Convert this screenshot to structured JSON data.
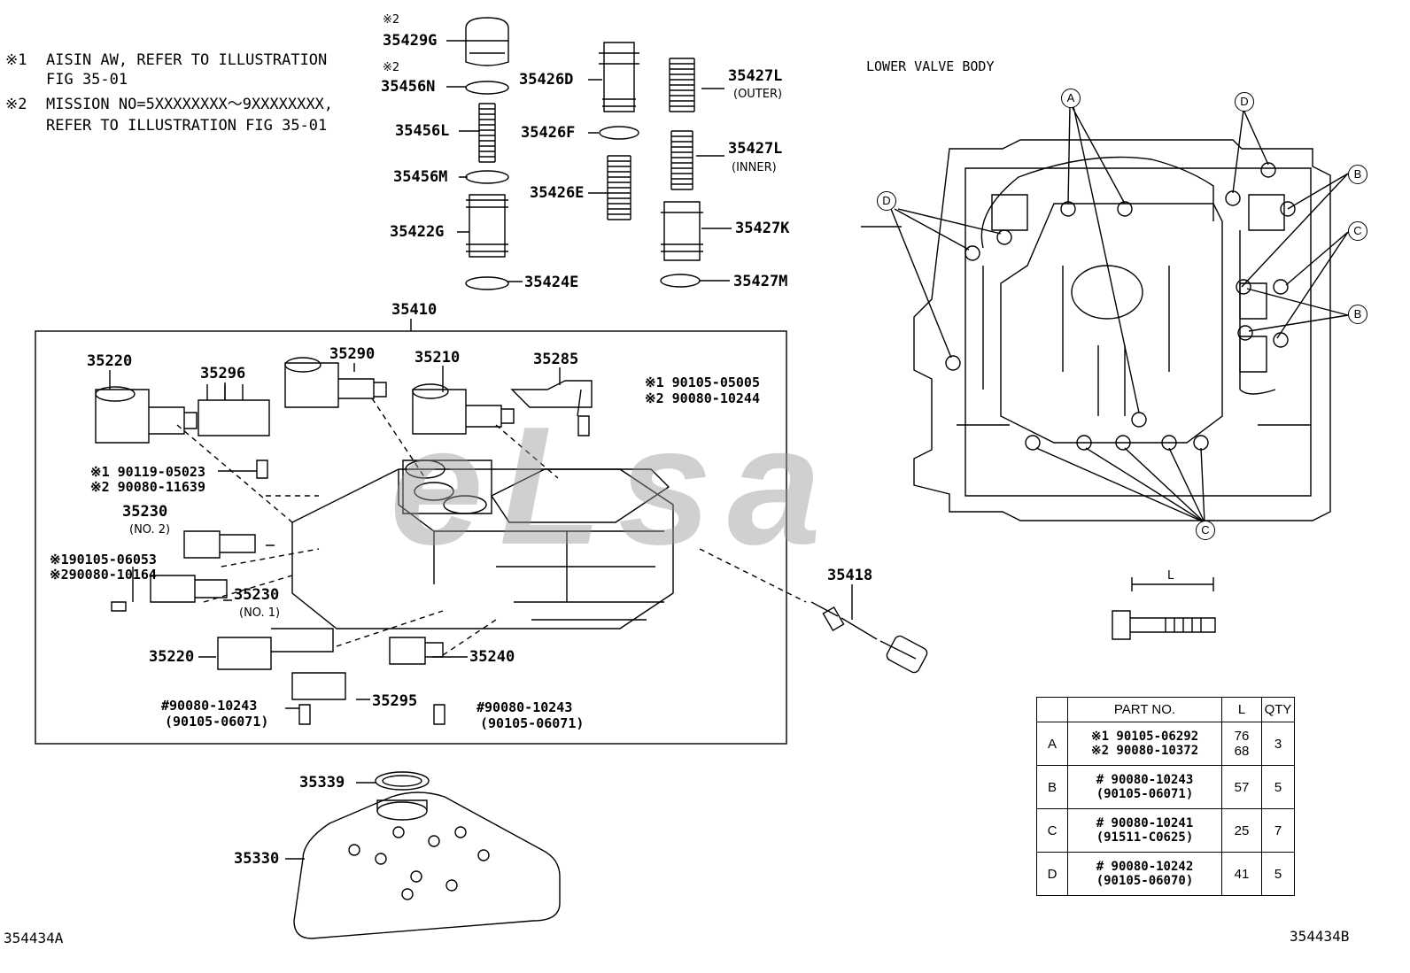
{
  "notes": {
    "n1_mark": "※1",
    "n1_line1": "AISIN AW, REFER TO ILLUSTRATION",
    "n1_line2": "FIG 35-01",
    "n2_mark": "※2",
    "n2_line1": "MISSION NO=5XXXXXXXX～9XXXXXXXX,",
    "n2_line2": "REFER TO ILLUSTRATION FIG 35-01"
  },
  "section_title": "LOWER VALVE BODY",
  "watermark": "eLsa",
  "top_parts": {
    "m2a": "※2",
    "p35429G": "35429G",
    "m2b": "※2",
    "p35456N": "35456N",
    "p35456L": "35456L",
    "p35456M": "35456M",
    "p35422G": "35422G",
    "p35424E": "35424E",
    "p35426D": "35426D",
    "p35426F": "35426F",
    "p35426E": "35426E",
    "p35427L_outer": "35427L",
    "outer": "(OUTER)",
    "p35427L_inner": "35427L",
    "inner": "(INNER)",
    "p35427K": "35427K",
    "p35427M": "35427M"
  },
  "assembly": {
    "p35410": "35410",
    "p35220a": "35220",
    "p35296": "35296",
    "p35290": "35290",
    "p35210": "35210",
    "p35285": "35285",
    "bolt1_l1": "※1 90105-05005",
    "bolt1_l2": "※2 90080-10244",
    "bolt2_l1": "※1 90119-05023",
    "bolt2_l2": "※2 90080-11639",
    "p35230a": "35230",
    "no2": "(NO. 2)",
    "bolt3_l1": "※190105-06053",
    "bolt3_l2": "※290080-10164",
    "p35230b": "35230",
    "no1": "(NO. 1)",
    "p35220b": "35220",
    "p35240": "35240",
    "p35295": "35295",
    "bolt4_l1": "#90080-10243",
    "bolt4_l2": "(90105-06071)",
    "bolt5_l1": "#90080-10243",
    "bolt5_l2": "(90105-06071)"
  },
  "p35418": "35418",
  "p35339": "35339",
  "p35330": "35330",
  "bolt_dim": "L",
  "callouts": {
    "A": "A",
    "B": "B",
    "C": "C",
    "D": "D"
  },
  "table": {
    "h_part": "PART NO.",
    "h_l": "L",
    "h_qty": "QTY",
    "rows": [
      {
        "key": "A",
        "part1": "※1 90105-06292",
        "part2": "※2 90080-10372",
        "l1": "76",
        "l2": "68",
        "qty": "3"
      },
      {
        "key": "B",
        "part1": "# 90080-10243",
        "part2": "(90105-06071)",
        "l1": "57",
        "l2": "",
        "qty": "5"
      },
      {
        "key": "C",
        "part1": "# 90080-10241",
        "part2": "(91511-C0625)",
        "l1": "25",
        "l2": "",
        "qty": "7"
      },
      {
        "key": "D",
        "part1": "# 90080-10242",
        "part2": "(90105-06070)",
        "l1": "41",
        "l2": "",
        "qty": "5"
      }
    ]
  },
  "fig_left": "354434A",
  "fig_right": "354434B"
}
